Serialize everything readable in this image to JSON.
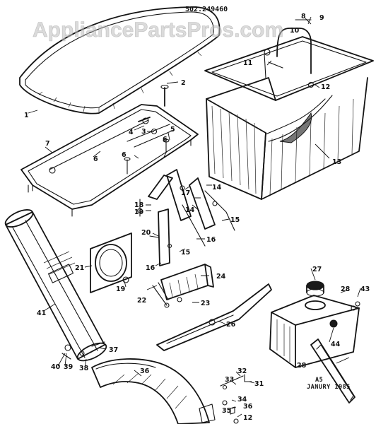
{
  "diagram": {
    "part_number": "502.249460",
    "watermark": "AppliancePartsPros.com",
    "corner_note": [
      "A5",
      "JANURY 1985"
    ]
  },
  "callouts": {
    "c1": "1",
    "c2": "2",
    "c3": "3",
    "c4": "4",
    "c5": "5",
    "c6a": "6",
    "c6b": "6",
    "c6c": "6",
    "c7": "7",
    "c8": "8",
    "c9": "9",
    "c10": "10",
    "c11": "11",
    "c12a": "12",
    "c12b": "12",
    "c13": "13",
    "c14a": "14",
    "c14b": "14",
    "c15a": "15",
    "c15b": "15",
    "c16a": "16",
    "c16b": "16",
    "c17": "17",
    "c18": "18",
    "c19a": "19",
    "c19b": "19",
    "c20": "20",
    "c21": "21",
    "c22": "22",
    "c23": "23",
    "c24": "24",
    "c26": "26",
    "c27": "27",
    "c28a": "28",
    "c28b": "28",
    "c31": "31",
    "c32": "32",
    "c33": "33",
    "c34": "34",
    "c35": "35",
    "c36a": "36",
    "c36b": "36",
    "c37": "37",
    "c38": "38",
    "c39": "39",
    "c40": "40",
    "c41": "41",
    "c43": "43",
    "c44": "44"
  }
}
